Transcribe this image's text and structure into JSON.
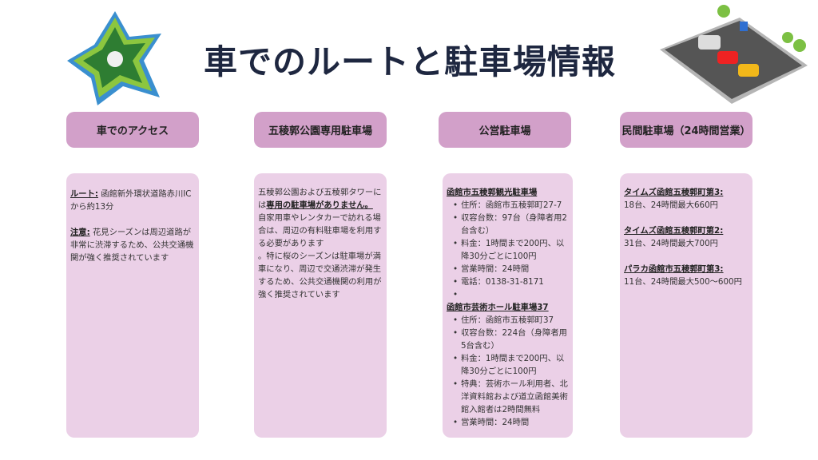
{
  "title": "車でのルートと駐車場情報",
  "headers": [
    "車でのアクセス",
    "五稜郭公園専用駐車場",
    "公営駐車場",
    "民間駐車場（24時間営業）"
  ],
  "access": {
    "route_label": "ルート:",
    "route_text": " 函館新外環状道路赤川ICから約13分",
    "note_label": "注意:",
    "note_text": " 花見シーズンは周辺道路が非常に渋滞するため、公共交通機関が強く推奨されています"
  },
  "park": {
    "t1": "五稜郭公園および五稜郭タワーには",
    "t2": "専用の駐車場がありません。",
    "t3": "自家用車やレンタカーで訪れる場合は、周辺の有料駐車場を利用する必要があります",
    "t4": "。特に桜のシーズンは駐車場が満車になり、周辺で交通渋滞が発生するため、公共交通機関の利用が強く推奨されています"
  },
  "public": {
    "p1_name": "函館市五稜郭観光駐車場",
    "p1_items": [
      "住所：函館市五稜郭町27-7",
      "収容台数：97台（身障者用2台含む）",
      "料金：1時間まで200円、以降30分ごとに100円",
      "営業時間：24時間",
      "電話：0138-31-8171",
      ""
    ],
    "p2_name": "函館市芸術ホール駐車場37",
    "p2_items": [
      "住所：函館市五稜郭町37",
      "収容台数：224台（身障者用5台含む）",
      "料金：1時間まで200円、以降30分ごとに100円",
      "特典：芸術ホール利用者、北洋資料館および道立函館美術館入館者は2時間無料",
      "営業時間：24時間"
    ]
  },
  "private": [
    {
      "name": "タイムズ函館五稜郭町第3:",
      "info": "18台、24時間最大660円"
    },
    {
      "name": "タイムズ函館五稜郭町第2:",
      "info": "31台、24時間最大700円"
    },
    {
      "name": "パラカ函館市五稜郭町第3:",
      "info": "11台、24時間最大500〜600円"
    }
  ]
}
